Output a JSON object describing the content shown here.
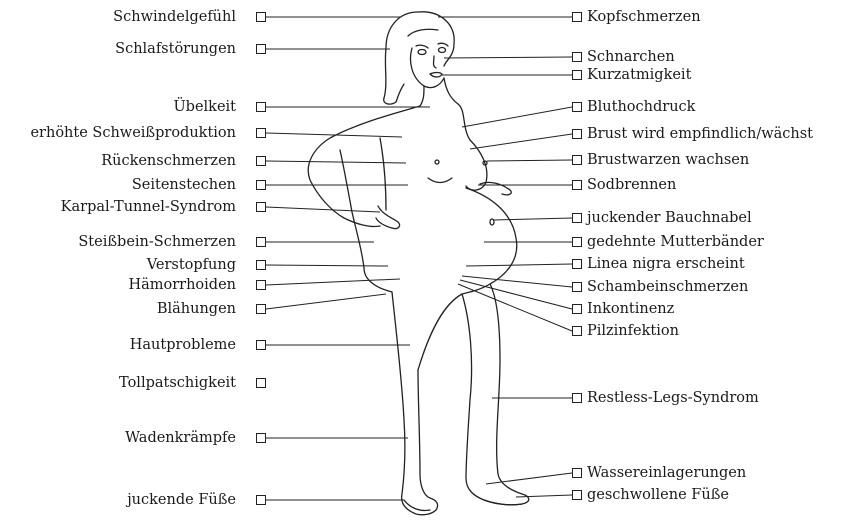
{
  "diagram": {
    "left_symptoms": [
      {
        "label": "Schwindelgefühl",
        "checked": false
      },
      {
        "label": "Schlafstörungen",
        "checked": false
      },
      {
        "label": "Übelkeit",
        "checked": false
      },
      {
        "label": "erhöhte Schweißproduktion",
        "checked": false
      },
      {
        "label": "Rückenschmerzen",
        "checked": false
      },
      {
        "label": "Seitenstechen",
        "checked": false
      },
      {
        "label": "Karpal-Tunnel-Syndrom",
        "checked": false
      },
      {
        "label": "Steißbein-Schmerzen",
        "checked": false
      },
      {
        "label": "Verstopfung",
        "checked": false
      },
      {
        "label": "Hämorrhoiden",
        "checked": false
      },
      {
        "label": "Blähungen",
        "checked": false
      },
      {
        "label": "Hautprobleme",
        "checked": false
      },
      {
        "label": "Tollpatschigkeit",
        "checked": false
      },
      {
        "label": "Wadenkrämpfe",
        "checked": false
      },
      {
        "label": "juckende Füße",
        "checked": false
      }
    ],
    "right_symptoms": [
      {
        "label": "Kopfschmerzen",
        "checked": false
      },
      {
        "label": "Schnarchen",
        "checked": false
      },
      {
        "label": "Kurzatmigkeit",
        "checked": false
      },
      {
        "label": "Bluthochdruck",
        "checked": false
      },
      {
        "label": "Brust wird empfindlich/wächst",
        "checked": false
      },
      {
        "label": "Brustwarzen wachsen",
        "checked": false
      },
      {
        "label": "Sodbrennen",
        "checked": false
      },
      {
        "label": "juckender Bauchnabel",
        "checked": false
      },
      {
        "label": "gedehnte Mutterbänder",
        "checked": false
      },
      {
        "label": "Linea nigra erscheint",
        "checked": false
      },
      {
        "label": "Schambeinschmerzen",
        "checked": false
      },
      {
        "label": "Inkontinenz",
        "checked": false
      },
      {
        "label": "Pilzinfektion",
        "checked": false
      },
      {
        "label": "Restless-Legs-Syndrom",
        "checked": false
      },
      {
        "label": "Wassereinlagerungen",
        "checked": false
      },
      {
        "label": "geschwollene Füße",
        "checked": false
      }
    ]
  }
}
